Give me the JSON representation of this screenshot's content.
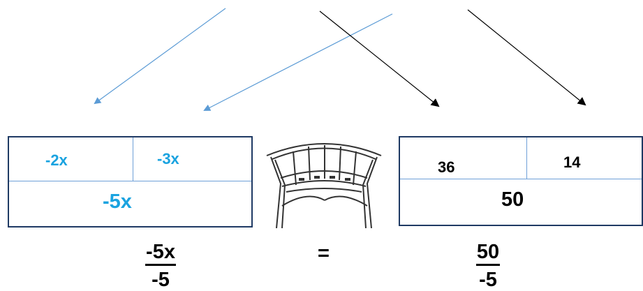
{
  "left_box": {
    "top_left": "-2x",
    "top_right": "-3x",
    "bottom": "-5x"
  },
  "right_box": {
    "top_left": "36",
    "top_right": "14",
    "bottom": "50"
  },
  "equation": {
    "left_numerator": "-5x",
    "left_denominator": "-5",
    "equals": "=",
    "right_numerator": "50",
    "right_denominator": "-5"
  },
  "colors": {
    "blue_arrow": "#5b9bd5",
    "black_arrow": "#000000",
    "blue_text": "#1aa3e0",
    "box_border": "#1f3a64"
  },
  "icons": {
    "balance": "bridge-balance-icon"
  }
}
